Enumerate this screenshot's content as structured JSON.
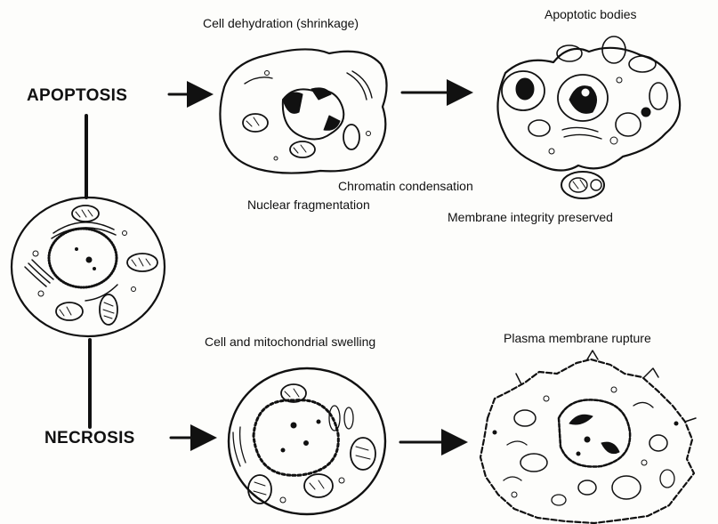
{
  "labels": {
    "apoptosis": "APOPTOSIS",
    "necrosis": "NECROSIS",
    "cell_dehydration": "Cell dehydration (shrinkage)",
    "apoptotic_bodies": "Apoptotic bodies",
    "chromatin_condensation": "Chromatin condensation",
    "nuclear_fragmentation": "Nuclear fragmentation",
    "membrane_integrity": "Membrane integrity preserved",
    "cell_swelling": "Cell and mitochondrial swelling",
    "membrane_rupture": "Plasma membrane rupture"
  },
  "colors": {
    "ink": "#111111",
    "background": "#fdfdfb"
  }
}
